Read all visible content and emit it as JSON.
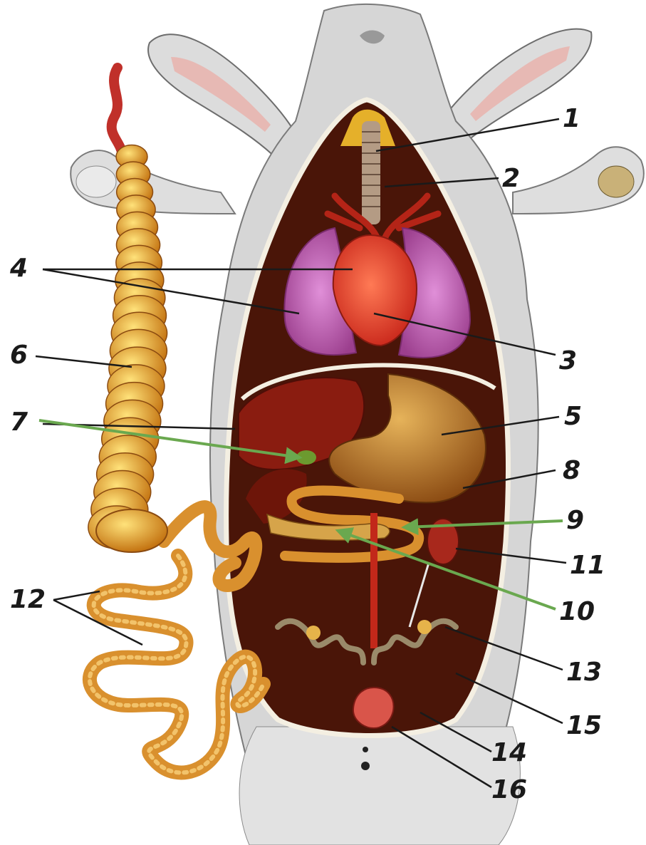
{
  "labels": [
    {
      "id": "1",
      "text": "1"
    },
    {
      "id": "2",
      "text": "2"
    },
    {
      "id": "3",
      "text": "3"
    },
    {
      "id": "4",
      "text": "4"
    },
    {
      "id": "5",
      "text": "5"
    },
    {
      "id": "6",
      "text": "6"
    },
    {
      "id": "7",
      "text": "7"
    },
    {
      "id": "8",
      "text": "8"
    },
    {
      "id": "9",
      "text": "9"
    },
    {
      "id": "10",
      "text": "10"
    },
    {
      "id": "11",
      "text": "11"
    },
    {
      "id": "12",
      "text": "12"
    },
    {
      "id": "13",
      "text": "13"
    },
    {
      "id": "14",
      "text": "14"
    },
    {
      "id": "15",
      "text": "15"
    },
    {
      "id": "16",
      "text": "16"
    }
  ],
  "colors": {
    "fur": "#d9d9d9",
    "body_cavity": "#4a1508",
    "lung": "#c46bb8",
    "heart": "#e53d22",
    "liver": "#8a1c10",
    "stomach": "#c67a2a",
    "intestine": "#d9902e",
    "caecum": "#e0a030",
    "leader_line": "#1a1a1a",
    "highlight_arrow": "#6aa84f"
  }
}
